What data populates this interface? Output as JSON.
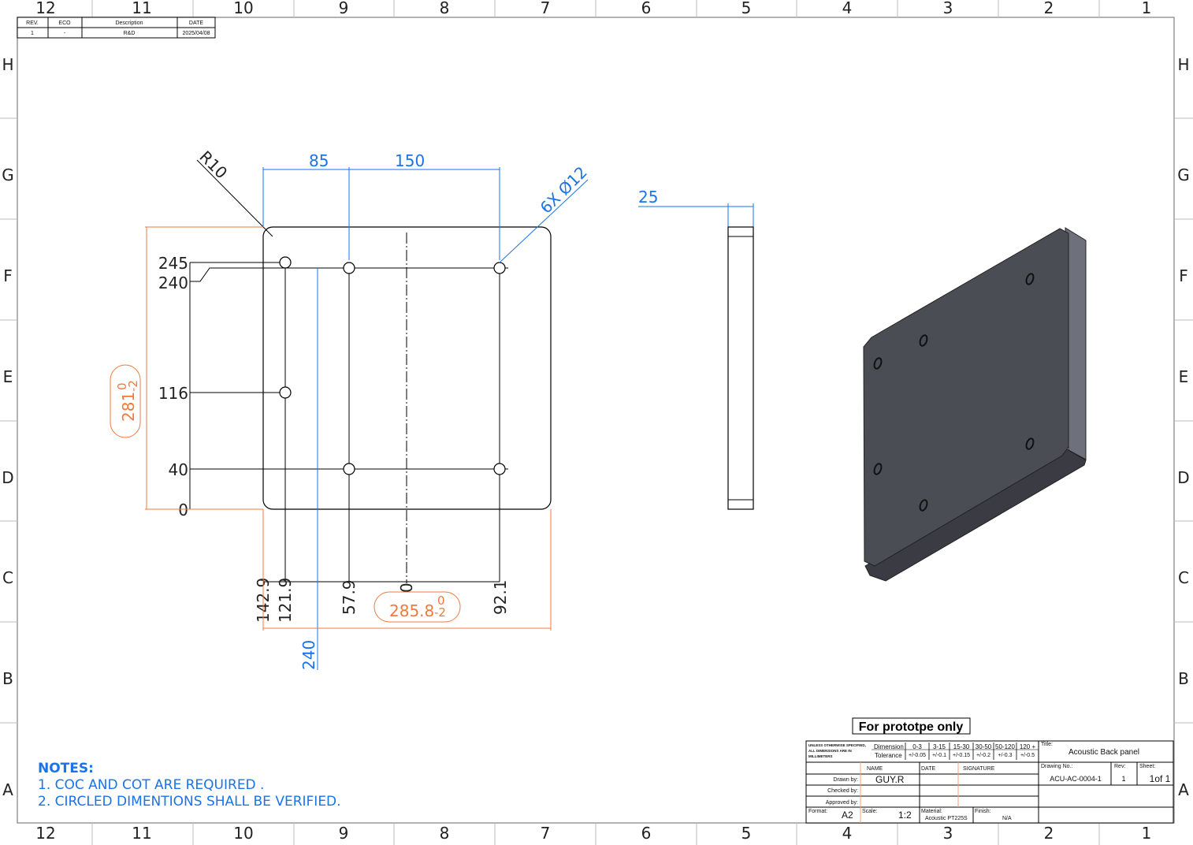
{
  "border": {
    "columns": [
      "12",
      "11",
      "10",
      "9",
      "8",
      "7",
      "6",
      "5",
      "4",
      "3",
      "2",
      "1"
    ],
    "rows": [
      "H",
      "G",
      "F",
      "E",
      "D",
      "C",
      "B",
      "A"
    ]
  },
  "revision_table": {
    "headers": [
      "REV.",
      "ECO",
      "Description",
      "DATE"
    ],
    "row": [
      "1",
      "-",
      "R&D",
      "2025/04/08"
    ]
  },
  "front_view": {
    "callout_radius": "R10",
    "callout_holes": "6X Ø12",
    "top_dims": [
      "85",
      "150"
    ],
    "left_ordinates": [
      "245",
      "240",
      "116",
      "40",
      "0"
    ],
    "bottom_ordinates": [
      "142.9",
      "121.9",
      "57.9",
      "0",
      "92.1"
    ],
    "vertical_dim": "240",
    "height_tol": {
      "value": "281",
      "upper": "0",
      "lower": "-2"
    },
    "width_tol": {
      "value": "285.8",
      "upper": "0",
      "lower": "-2"
    }
  },
  "side_view": {
    "thickness": "25"
  },
  "notes": {
    "title": "NOTES:",
    "items": [
      "1.  COC AND COT ARE REQUIRED .",
      "2.  CIRCLED DIMENTIONS SHALL BE VERIFIED."
    ]
  },
  "title_block": {
    "banner": "For prototpe only",
    "unless": [
      "UNLESS OTHERWISE SPECIFIED,",
      "ALL DIMENSIONS ARE IN",
      "MILLIMETERS"
    ],
    "dimension_label": "Dimension",
    "tolerance_label": "Tolerance",
    "ranges": [
      "0-3",
      "3-15",
      "15-30",
      "30-50",
      "50-120",
      "120 +"
    ],
    "tolerances": [
      "+/-0.05",
      "+/-0.1",
      "+/-0.15",
      "+/-0.2",
      "+/-0.3",
      "+/-0.5"
    ],
    "name_h": "NAME",
    "date_h": "DATE",
    "sig_h": "SIGNATURE",
    "drawn_by": "Drawn by:",
    "drawn_name": "GUY.R",
    "checked_by": "Checked by:",
    "approved_by": "Approved by:",
    "format_label": "Format:",
    "format": "A2",
    "scale_label": "Scale:",
    "scale": "1:2",
    "material_label": "Material:",
    "material": "Acoustic PT225S",
    "finish_label": "Finish:",
    "finish": "N/A",
    "title_label": "Title:",
    "title": "Acoustic Back panel",
    "drawing_no_label": "Drawing No.:",
    "drawing_no": "ACU-AC-0004-1",
    "rev_label": "Rev:",
    "rev": "1",
    "sheet_label": "Sheet:",
    "sheet": "1of 1"
  },
  "colors": {
    "blue": "#1a73e8",
    "orange": "#f07a3c",
    "plate": "#4b4d55"
  }
}
